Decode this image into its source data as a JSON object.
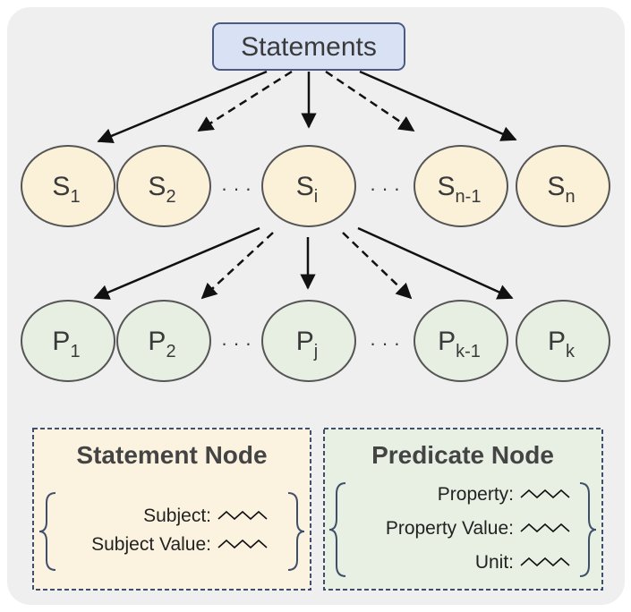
{
  "root": {
    "label": "Statements"
  },
  "statement_nodes": [
    {
      "base": "S",
      "sub": "1"
    },
    {
      "base": "S",
      "sub": "2"
    },
    {
      "base": "S",
      "sub": "i"
    },
    {
      "base": "S",
      "sub": "n-1"
    },
    {
      "base": "S",
      "sub": "n"
    }
  ],
  "predicate_nodes": [
    {
      "base": "P",
      "sub": "1"
    },
    {
      "base": "P",
      "sub": "2"
    },
    {
      "base": "P",
      "sub": "j"
    },
    {
      "base": "P",
      "sub": "k-1"
    },
    {
      "base": "P",
      "sub": "k"
    }
  ],
  "ellipsis": "· · ·",
  "legend": {
    "statement": {
      "title": "Statement Node",
      "fields": [
        "Subject:",
        "Subject Value:"
      ]
    },
    "predicate": {
      "title": "Predicate Node",
      "fields": [
        "Property:",
        "Property Value:",
        "Unit:"
      ]
    }
  },
  "colors": {
    "background": "#efefef",
    "root_fill": "#d9e2f4",
    "root_stroke": "#4a5a85",
    "statement_fill": "#fbf1d9",
    "predicate_fill": "#e6efe2",
    "node_stroke": "#555555",
    "arrow": "#111111",
    "legend_statement_fill": "#fbf3df",
    "legend_predicate_fill": "#e8f0e4",
    "legend_border": "#3f4f6b"
  }
}
